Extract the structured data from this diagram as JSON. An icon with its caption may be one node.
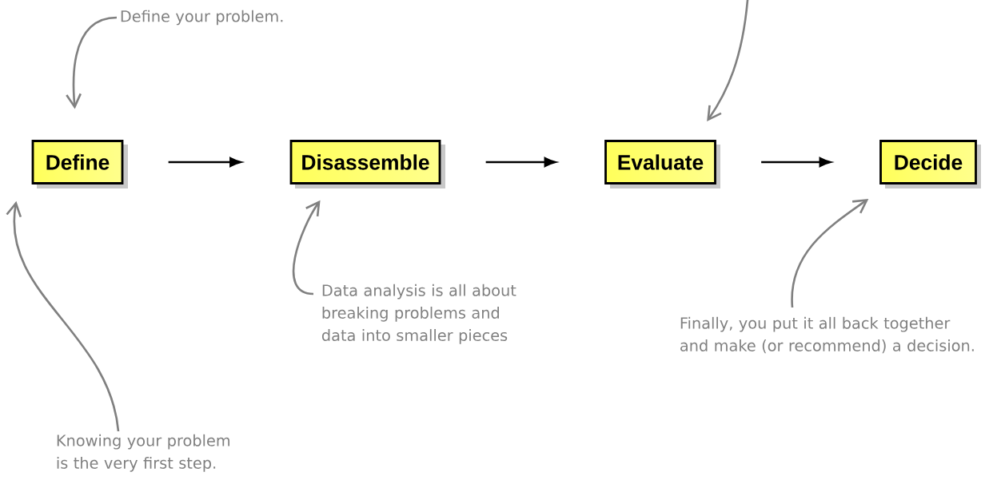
{
  "diagram": {
    "nodes": [
      {
        "text": [
          "Define"
        ]
      },
      {
        "text": [
          "Disassemble"
        ]
      },
      {
        "text": [
          "Evaluate"
        ]
      },
      {
        "text": [
          "Decide"
        ]
      },
      {
        "text": [
          "Define your problem."
        ]
      },
      {
        "text": [
          "Knowing your problem is the very first step."
        ]
      },
      {
        "text": [
          "Data analysis is all about breaking problems and data into smaller pieces"
        ]
      },
      {
        "text": [
          "Finally, you put it all back together and make (or recommend) a decision."
        ]
      }
    ],
    "edges": [
      {
        "from": 0,
        "to": 1,
        "arrow": "to",
        "color": "#000000"
      },
      {
        "from": 1,
        "to": 2,
        "arrow": "to",
        "color": "#000000"
      },
      {
        "from": 2,
        "to": 3,
        "arrow": "to",
        "color": "#000000"
      },
      {
        "from": 4,
        "to": 0,
        "arrow": "to"
      },
      {
        "from": 5,
        "to": 0,
        "arrow": "to"
      },
      {
        "from": 6,
        "to": 1,
        "arrow": "to"
      },
      {
        "from": null,
        "to": 2,
        "arrow": "to"
      },
      {
        "from": 7,
        "to": 3,
        "arrow": "to"
      }
    ]
  }
}
